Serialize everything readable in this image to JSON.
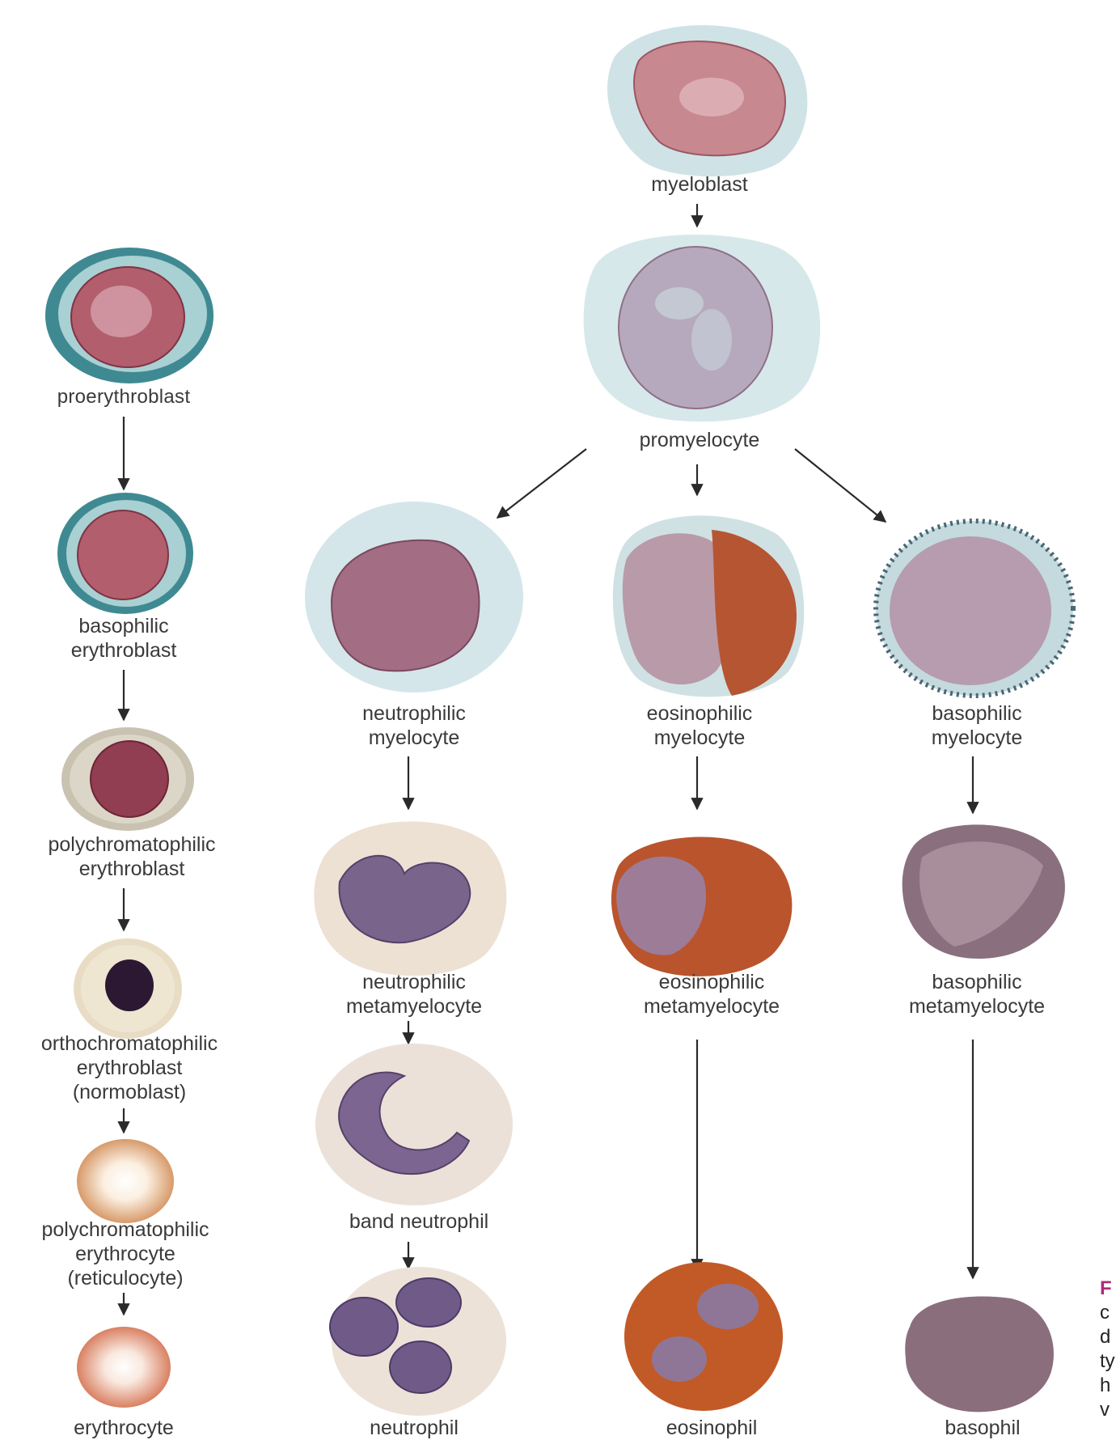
{
  "erythroid": {
    "proerythroblast": "proerythroblast",
    "basophilic_erythroblast": [
      "basophilic",
      "erythroblast"
    ],
    "polychromatophilic_erythroblast": [
      "polychromatophilic",
      "erythroblast"
    ],
    "orthochromatophilic_erythroblast": [
      "orthochromatophilic",
      "erythroblast",
      "(normoblast)"
    ],
    "polychromatophilic_erythrocyte": [
      "polychromatophilic",
      "erythrocyte",
      "(reticulocyte)"
    ],
    "erythrocyte": "erythrocyte"
  },
  "granulocytic": {
    "myeloblast": "myeloblast",
    "promyelocyte": "promyelocyte",
    "neutrophilic_myelocyte": [
      "neutrophilic",
      "myelocyte"
    ],
    "eosinophilic_myelocyte": [
      "eosinophilic",
      "myelocyte"
    ],
    "basophilic_myelocyte": [
      "basophilic",
      "myelocyte"
    ],
    "neutrophilic_metamyelocyte": [
      "neutrophilic",
      "metamyelocyte"
    ],
    "eosinophilic_metamyelocyte": [
      "eosinophilic",
      "metamyelocyte"
    ],
    "basophilic_metamyelocyte": [
      "basophilic",
      "metamyelocyte"
    ],
    "band_neutrophil": "band neutrophil",
    "neutrophil": "neutrophil",
    "eosinophil": "eosinophil",
    "basophil": "basophil"
  },
  "figure_caption_fragment": [
    "F",
    "c",
    "d",
    "ty",
    "h",
    "v"
  ],
  "colors": {
    "text": "#3a3a3a",
    "arrow": "#2a2a2a",
    "nucleus_red": "#9a4a5c",
    "cytoplasm_blue": "#b9d7dc",
    "eosin_granule": "#b84a22",
    "caption_accent": "#b0287a"
  }
}
